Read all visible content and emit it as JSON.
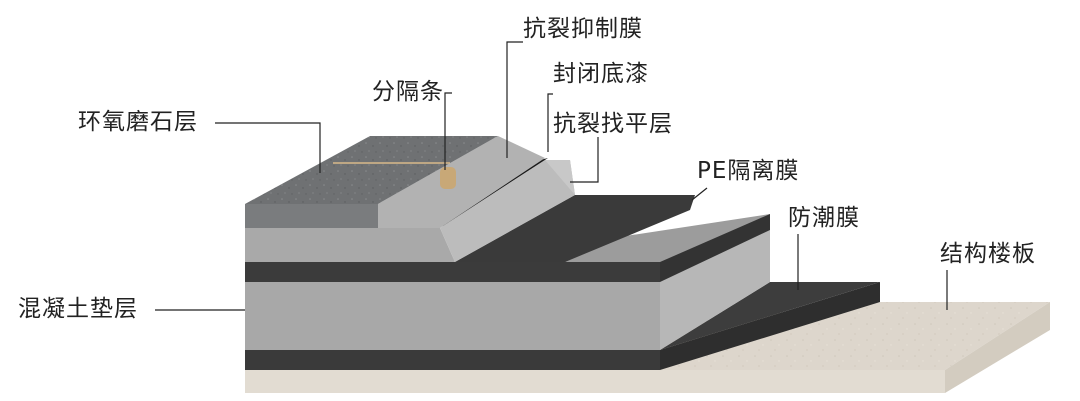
{
  "labels": {
    "epoxy_terrazzo": "环氧磨石层",
    "divider_strip": "分隔条",
    "anti_crack_membrane": "抗裂抑制膜",
    "sealing_primer": "封闭底漆",
    "crack_leveling_layer": "抗裂找平层",
    "pe_isolation_film": "PE隔离膜",
    "moisture_barrier": "防潮膜",
    "structural_slab": "结构楼板",
    "concrete_cushion": "混凝土垫层"
  },
  "colors": {
    "terrazzo": "#6e7072",
    "leveling": "#a9a9a9",
    "membrane": "#3d3d3d",
    "concrete": "#a6a6a6",
    "slab": "#ddd6cc",
    "leader": "#222222",
    "strip": "#d8b98a"
  }
}
